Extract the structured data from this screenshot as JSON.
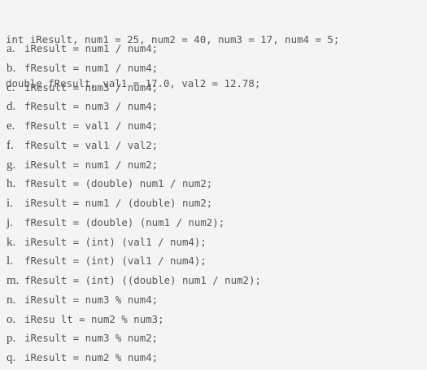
{
  "header": {
    "line1": "int iResult, num1 = 25, num2 = 40, num3 = 17, num4 = 5;",
    "line2": "double fResult, val1 = 17.0, val2 = 12.78;"
  },
  "exercises": [
    {
      "letter": "a.",
      "code": "iResult = num1 / num4;"
    },
    {
      "letter": "b.",
      "code": "fResult = num1 / num4;"
    },
    {
      "letter": "c.",
      "code": "iResult = num3 / num4;"
    },
    {
      "letter": "d.",
      "code": "fResult = num3 / num4;"
    },
    {
      "letter": "e.",
      "code": "fResult = val1 / num4;"
    },
    {
      "letter": "f.",
      "code": "fResult = val1 / val2;"
    },
    {
      "letter": "g.",
      "code": "iResult = num1 / num2;"
    },
    {
      "letter": "h.",
      "code": "fResult = (double) num1 / num2;"
    },
    {
      "letter": "i.",
      "code": "iResult = num1 / (double) num2;"
    },
    {
      "letter": "j.",
      "code": "fResult = (double) (num1 / num2);"
    },
    {
      "letter": "k.",
      "code": "iResult = (int) (val1 / num4);"
    },
    {
      "letter": "l.",
      "code": "fResult = (int) (val1 / num4);"
    },
    {
      "letter": "m.",
      "code": "fResult = (int) ((double) num1 / num2);"
    },
    {
      "letter": "n.",
      "code": "iResult = num3 % num4;"
    },
    {
      "letter": "o.",
      "code": "iResu lt = num2 % num3;"
    },
    {
      "letter": "p.",
      "code": "iResult = num3 % num2;"
    },
    {
      "letter": "q.",
      "code": "iResult = num2 % num4;"
    }
  ]
}
